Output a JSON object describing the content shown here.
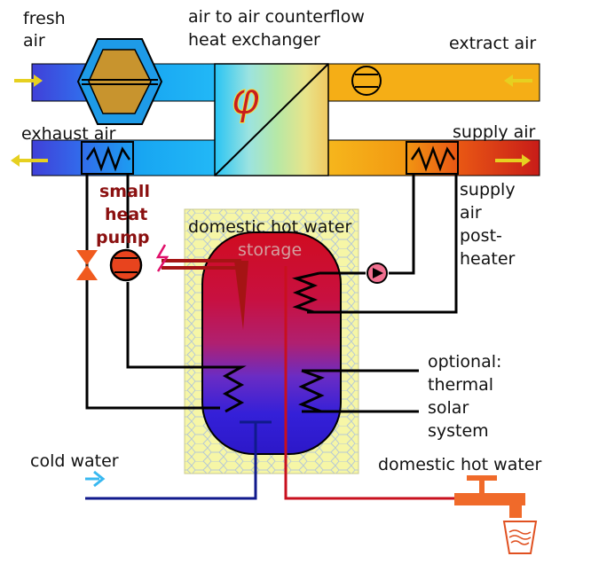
{
  "labels": {
    "fresh_air_1": "fresh",
    "fresh_air_2": "air",
    "hx_1": "air to air counterflow",
    "hx_2": "heat exchanger",
    "extract_air": "extract air",
    "exhaust_air": "exhaust air",
    "supply_air": "supply air",
    "small_heat_pump_1": "small",
    "small_heat_pump_2": "heat",
    "small_heat_pump_3": "pump",
    "post_heater_1": "supply",
    "post_heater_2": "air",
    "post_heater_3": "post-",
    "post_heater_4": "heater",
    "dhw_storage_1": "domestic hot water",
    "dhw_storage_2": "storage",
    "solar_1": "optional:",
    "solar_2": "thermal",
    "solar_3": "solar",
    "solar_4": "system",
    "cold_water": "cold water",
    "dhw_out": "domestic hot water"
  },
  "icons": {
    "phi": "φ"
  },
  "colors": {
    "cold_duct": "#1e6fe6",
    "warm_duct": "#f2a30e",
    "hot_pipe": "#c8101e",
    "cold_pipe": "#101a8c",
    "tap": "#f06a2a",
    "insulation": "#f4f4a0"
  }
}
